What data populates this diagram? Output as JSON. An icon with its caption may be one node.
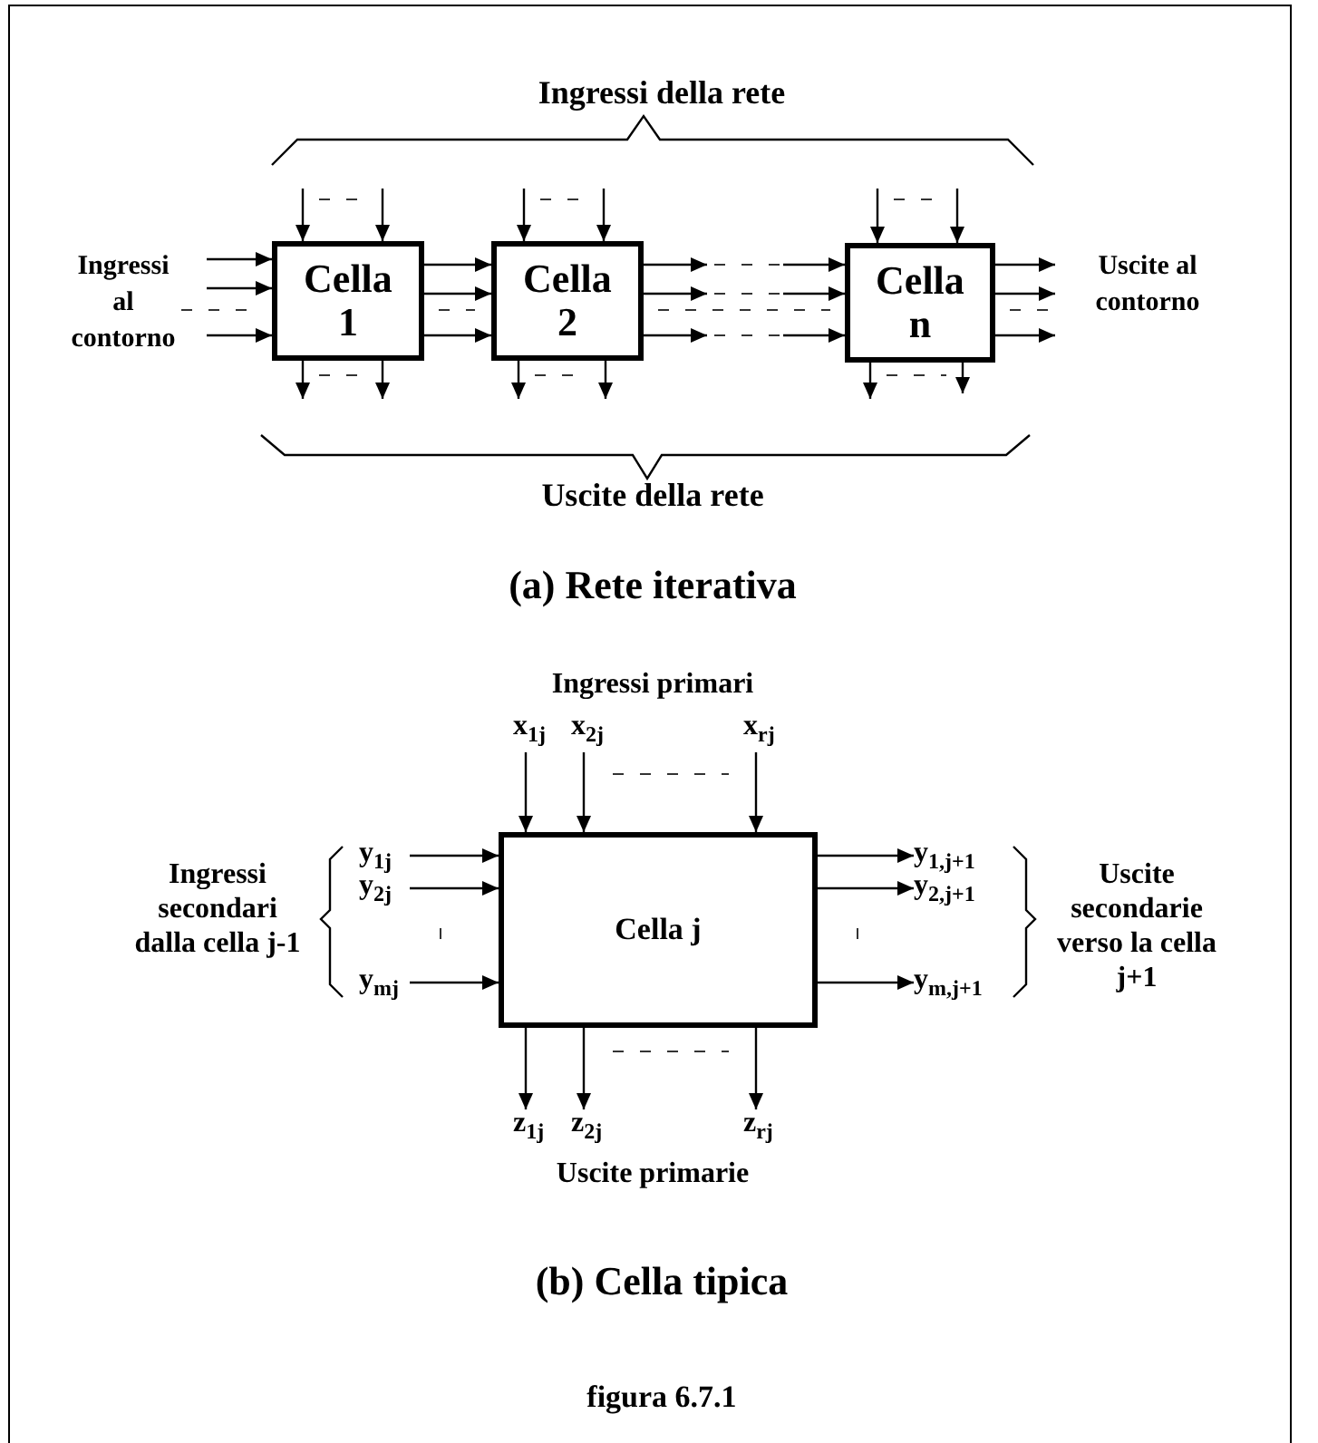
{
  "diagram": {
    "caption": "figura 6.7.1",
    "nodes": [
      {
        "text": [
          "Cella 1"
        ]
      },
      {
        "text": [
          "Cella 2"
        ]
      },
      {
        "text": [
          "Cella n"
        ]
      },
      {
        "text": [
          "Cella j"
        ]
      },
      {
        "text": [
          "x$_{1j}$"
        ]
      },
      {
        "text": [
          "x$_{2j}$"
        ]
      },
      {
        "text": [
          "x$_{rj}$"
        ]
      },
      {
        "text": [
          "y$_{1j}$"
        ]
      },
      {
        "text": [
          "y$_{2j}$"
        ]
      },
      {
        "text": [
          "y$_{mj}$"
        ]
      },
      {
        "text": [
          "y$_{1,j+1}$"
        ]
      },
      {
        "text": [
          "y$_{2,j+1}$"
        ]
      },
      {
        "text": [
          "y$_{m,j+1}$"
        ]
      },
      {
        "text": [
          "z$_{1j}$"
        ]
      },
      {
        "text": [
          "z$_{2j}$"
        ]
      },
      {
        "text": [
          "z$_{rj}$"
        ]
      }
    ],
    "edges": [
      {
        "from": null,
        "to": 0,
        "arrow": "to"
      },
      {
        "from": null,
        "to": 0,
        "arrow": "to"
      },
      {
        "from": null,
        "to": 0,
        "arrow": "to"
      },
      {
        "from": null,
        "to": 0,
        "arrow": "to"
      },
      {
        "from": null,
        "to": 0,
        "arrow": "to"
      },
      {
        "from": 0,
        "to": null,
        "arrow": "to"
      },
      {
        "from": 0,
        "to": null,
        "arrow": "to"
      },
      {
        "from": 0,
        "to": 1,
        "arrow": "to"
      },
      {
        "from": 0,
        "to": 1,
        "arrow": "to"
      },
      {
        "from": 0,
        "to": 1,
        "arrow": "to"
      },
      {
        "from": null,
        "to": 1,
        "arrow": "to"
      },
      {
        "from": null,
        "to": 1,
        "arrow": "to"
      },
      {
        "from": 1,
        "to": null,
        "arrow": "to"
      },
      {
        "from": 1,
        "to": null,
        "arrow": "to"
      },
      {
        "from": 1,
        "to": null,
        "arrow": "to"
      },
      {
        "from": 1,
        "to": null,
        "arrow": "to"
      },
      {
        "from": 1,
        "to": null,
        "arrow": "to"
      },
      {
        "from": null,
        "to": 2,
        "arrow": "to"
      },
      {
        "from": null,
        "to": 2,
        "arrow": "to"
      },
      {
        "from": null,
        "to": 2,
        "arrow": "to"
      },
      {
        "from": null,
        "to": 2,
        "arrow": "to"
      },
      {
        "from": null,
        "to": 2,
        "arrow": "to"
      },
      {
        "from": 2,
        "to": null,
        "arrow": "to"
      },
      {
        "from": 2,
        "to": null,
        "arrow": "to"
      },
      {
        "from": 2,
        "to": null,
        "arrow": "to"
      },
      {
        "from": 2,
        "to": null,
        "arrow": "to"
      },
      {
        "from": 2,
        "to": null,
        "arrow": "to"
      },
      {
        "from": 4,
        "to": 3,
        "arrow": "to"
      },
      {
        "from": 5,
        "to": 3,
        "arrow": "to"
      },
      {
        "from": 6,
        "to": 3,
        "arrow": "to"
      },
      {
        "from": 7,
        "to": 3,
        "arrow": "to"
      },
      {
        "from": 8,
        "to": 3,
        "arrow": "to"
      },
      {
        "from": 9,
        "to": 3,
        "arrow": "to"
      },
      {
        "from": 3,
        "to": 10,
        "arrow": "to"
      },
      {
        "from": 3,
        "to": 11,
        "arrow": "to"
      },
      {
        "from": 3,
        "to": 12,
        "arrow": "to"
      },
      {
        "from": 3,
        "to": 13,
        "arrow": "to"
      },
      {
        "from": 3,
        "to": 14,
        "arrow": "to"
      },
      {
        "from": 3,
        "to": 15,
        "arrow": "to"
      }
    ],
    "labels": [
      "Ingressi della rete",
      "Ingressi al contorno",
      "Uscite al contorno",
      "Uscite della rete",
      "(a) Rete iterativa",
      "Ingressi primari",
      "Ingressi secondari dalla cella j-1",
      "Uscite secondarie verso la cella j+1",
      "Uscite primarie",
      "(b) Cella tipica"
    ]
  }
}
